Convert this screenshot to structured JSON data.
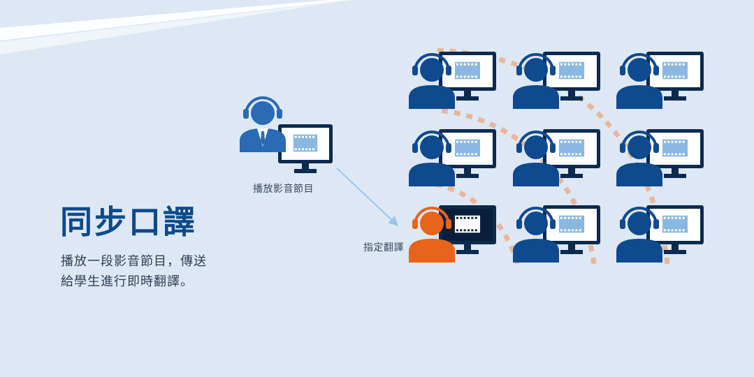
{
  "heading": {
    "title": "同步口譯"
  },
  "description": {
    "line1": "播放一段影音節目，傳送",
    "line2": "給學生進行即時翻譯。"
  },
  "labels": {
    "teacher": "播放影音節目",
    "interpreter": "指定翻譯"
  },
  "colors": {
    "background": "#dde8f4",
    "navy": "#0c2a4e",
    "student_blue": "#0f4a8e",
    "teacher_blue": "#2a6bb3",
    "interpreter_orange": "#e8641b",
    "film_light": "#8ab8e2",
    "arc_dots": "#e9b69c",
    "arrow": "#9cc6ee",
    "accent_stripe": "#ffffff"
  },
  "icons": {
    "teacher": "teacher-with-headset-icon",
    "student": "student-with-headset-icon",
    "interpreter": "interpreter-with-headset-icon",
    "monitor": "monitor-film-icon"
  }
}
